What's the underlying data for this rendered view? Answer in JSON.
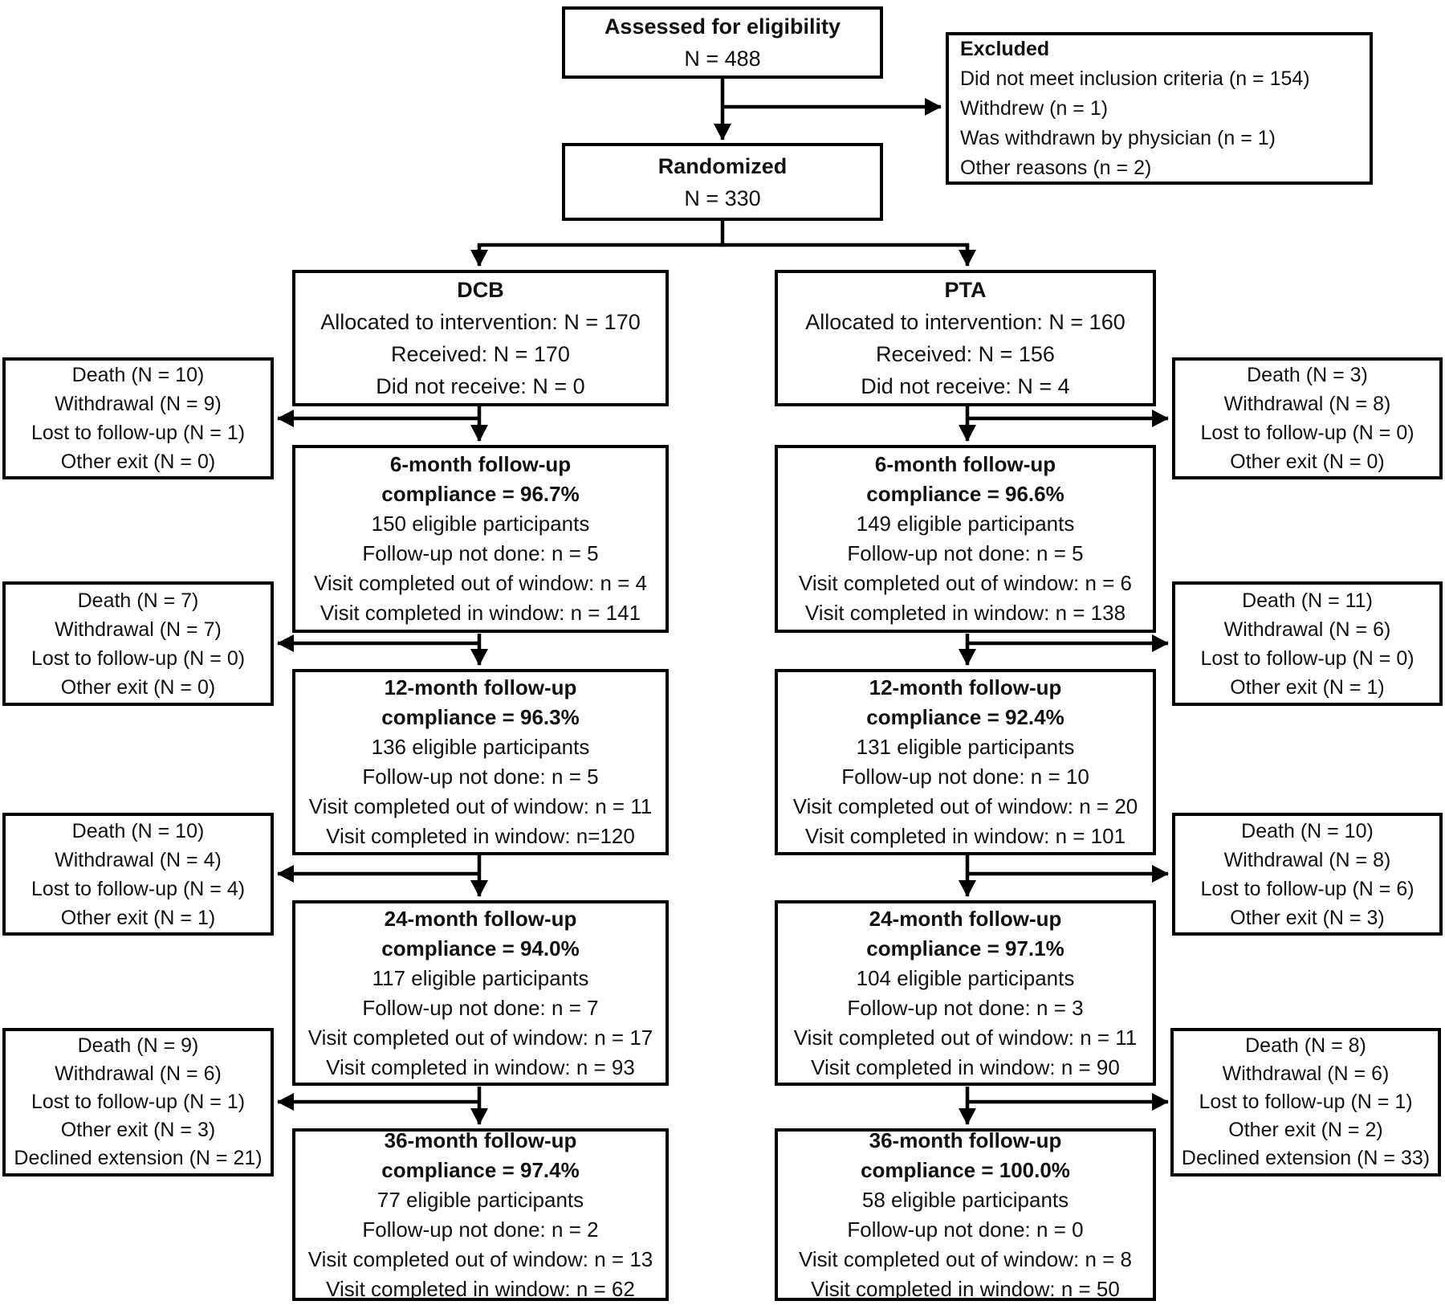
{
  "colors": {
    "line": "#000000",
    "border": "#000000",
    "text": "#111111",
    "background": "#ffffff"
  },
  "flow": {
    "assessed": {
      "title": "Assessed for eligibility",
      "n": "N = 488"
    },
    "excluded": {
      "title": "Excluded",
      "items": [
        "Did not meet inclusion criteria (n = 154)",
        "Withdrew (n = 1)",
        "Was withdrawn by physician (n = 1)",
        "Other reasons (n = 2)"
      ]
    },
    "randomized": {
      "title": "Randomized",
      "n": "N = 330"
    },
    "dcb": {
      "allocation": {
        "title": "DCB",
        "allocated": "Allocated to intervention: N = 170",
        "received": "Received: N = 170",
        "not_received": "Did not receive: N = 0"
      },
      "followups": [
        {
          "title": "6-month follow-up",
          "compliance": "compliance = 96.7%",
          "eligible": "150 eligible participants",
          "not_done": "Follow-up not done: n = 5",
          "out_of_window": "Visit completed out of window: n = 4",
          "in_window": "Visit completed in window: n = 141"
        },
        {
          "title": "12-month follow-up",
          "compliance": "compliance = 96.3%",
          "eligible": "136 eligible participants",
          "not_done": "Follow-up not done: n = 5",
          "out_of_window": "Visit completed out of window: n = 11",
          "in_window": "Visit completed in window: n=120"
        },
        {
          "title": "24-month follow-up",
          "compliance": "compliance = 94.0%",
          "eligible": "117 eligible participants",
          "not_done": "Follow-up not done: n = 7",
          "out_of_window": "Visit completed out of window: n = 17",
          "in_window": "Visit completed in window: n = 93"
        },
        {
          "title": "36-month follow-up",
          "compliance": "compliance = 97.4%",
          "eligible": "77 eligible participants",
          "not_done": "Follow-up not done: n = 2",
          "out_of_window": "Visit completed out of window: n = 13",
          "in_window": "Visit completed in window: n = 62"
        }
      ],
      "exits": [
        {
          "death": "Death (N = 10)",
          "withdrawal": "Withdrawal (N = 9)",
          "lost": "Lost to follow-up (N = 1)",
          "other": "Other exit (N = 0)"
        },
        {
          "death": "Death (N = 7)",
          "withdrawal": "Withdrawal (N = 7)",
          "lost": "Lost to follow-up (N = 0)",
          "other": "Other exit (N = 0)"
        },
        {
          "death": "Death (N = 10)",
          "withdrawal": "Withdrawal (N = 4)",
          "lost": "Lost to follow-up (N = 4)",
          "other": "Other exit (N = 1)"
        },
        {
          "death": "Death (N = 9)",
          "withdrawal": "Withdrawal (N = 6)",
          "lost": "Lost to follow-up (N = 1)",
          "other": "Other exit (N = 3)",
          "declined": "Declined extension (N = 21)"
        }
      ]
    },
    "pta": {
      "allocation": {
        "title": "PTA",
        "allocated": "Allocated to intervention: N = 160",
        "received": "Received: N = 156",
        "not_received": "Did not receive: N = 4"
      },
      "followups": [
        {
          "title": "6-month follow-up",
          "compliance": "compliance = 96.6%",
          "eligible": "149 eligible participants",
          "not_done": "Follow-up not done: n = 5",
          "out_of_window": "Visit completed out of window: n = 6",
          "in_window": "Visit completed in window: n = 138"
        },
        {
          "title": "12-month follow-up",
          "compliance": "compliance = 92.4%",
          "eligible": "131 eligible participants",
          "not_done": "Follow-up not done: n = 10",
          "out_of_window": "Visit completed out of window: n = 20",
          "in_window": "Visit completed in window: n = 101"
        },
        {
          "title": "24-month follow-up",
          "compliance": "compliance = 97.1%",
          "eligible": "104 eligible participants",
          "not_done": "Follow-up not done: n = 3",
          "out_of_window": "Visit completed out of window: n = 11",
          "in_window": "Visit completed in window: n = 90"
        },
        {
          "title": "36-month follow-up",
          "compliance": "compliance = 100.0%",
          "eligible": "58 eligible participants",
          "not_done": "Follow-up not done: n = 0",
          "out_of_window": "Visit completed out of window: n = 8",
          "in_window": "Visit completed in window: n = 50"
        }
      ],
      "exits": [
        {
          "death": "Death (N = 3)",
          "withdrawal": "Withdrawal (N = 8)",
          "lost": "Lost to follow-up (N = 0)",
          "other": "Other exit (N = 0)"
        },
        {
          "death": "Death (N = 11)",
          "withdrawal": "Withdrawal (N = 6)",
          "lost": "Lost to follow-up (N = 0)",
          "other": "Other exit (N = 1)"
        },
        {
          "death": "Death (N = 10)",
          "withdrawal": "Withdrawal (N = 8)",
          "lost": "Lost to follow-up (N = 6)",
          "other": "Other exit (N = 3)"
        },
        {
          "death": "Death (N = 8)",
          "withdrawal": "Withdrawal (N = 6)",
          "lost": "Lost to follow-up (N = 1)",
          "other": "Other exit (N = 2)",
          "declined": "Declined extension (N = 33)"
        }
      ]
    }
  }
}
